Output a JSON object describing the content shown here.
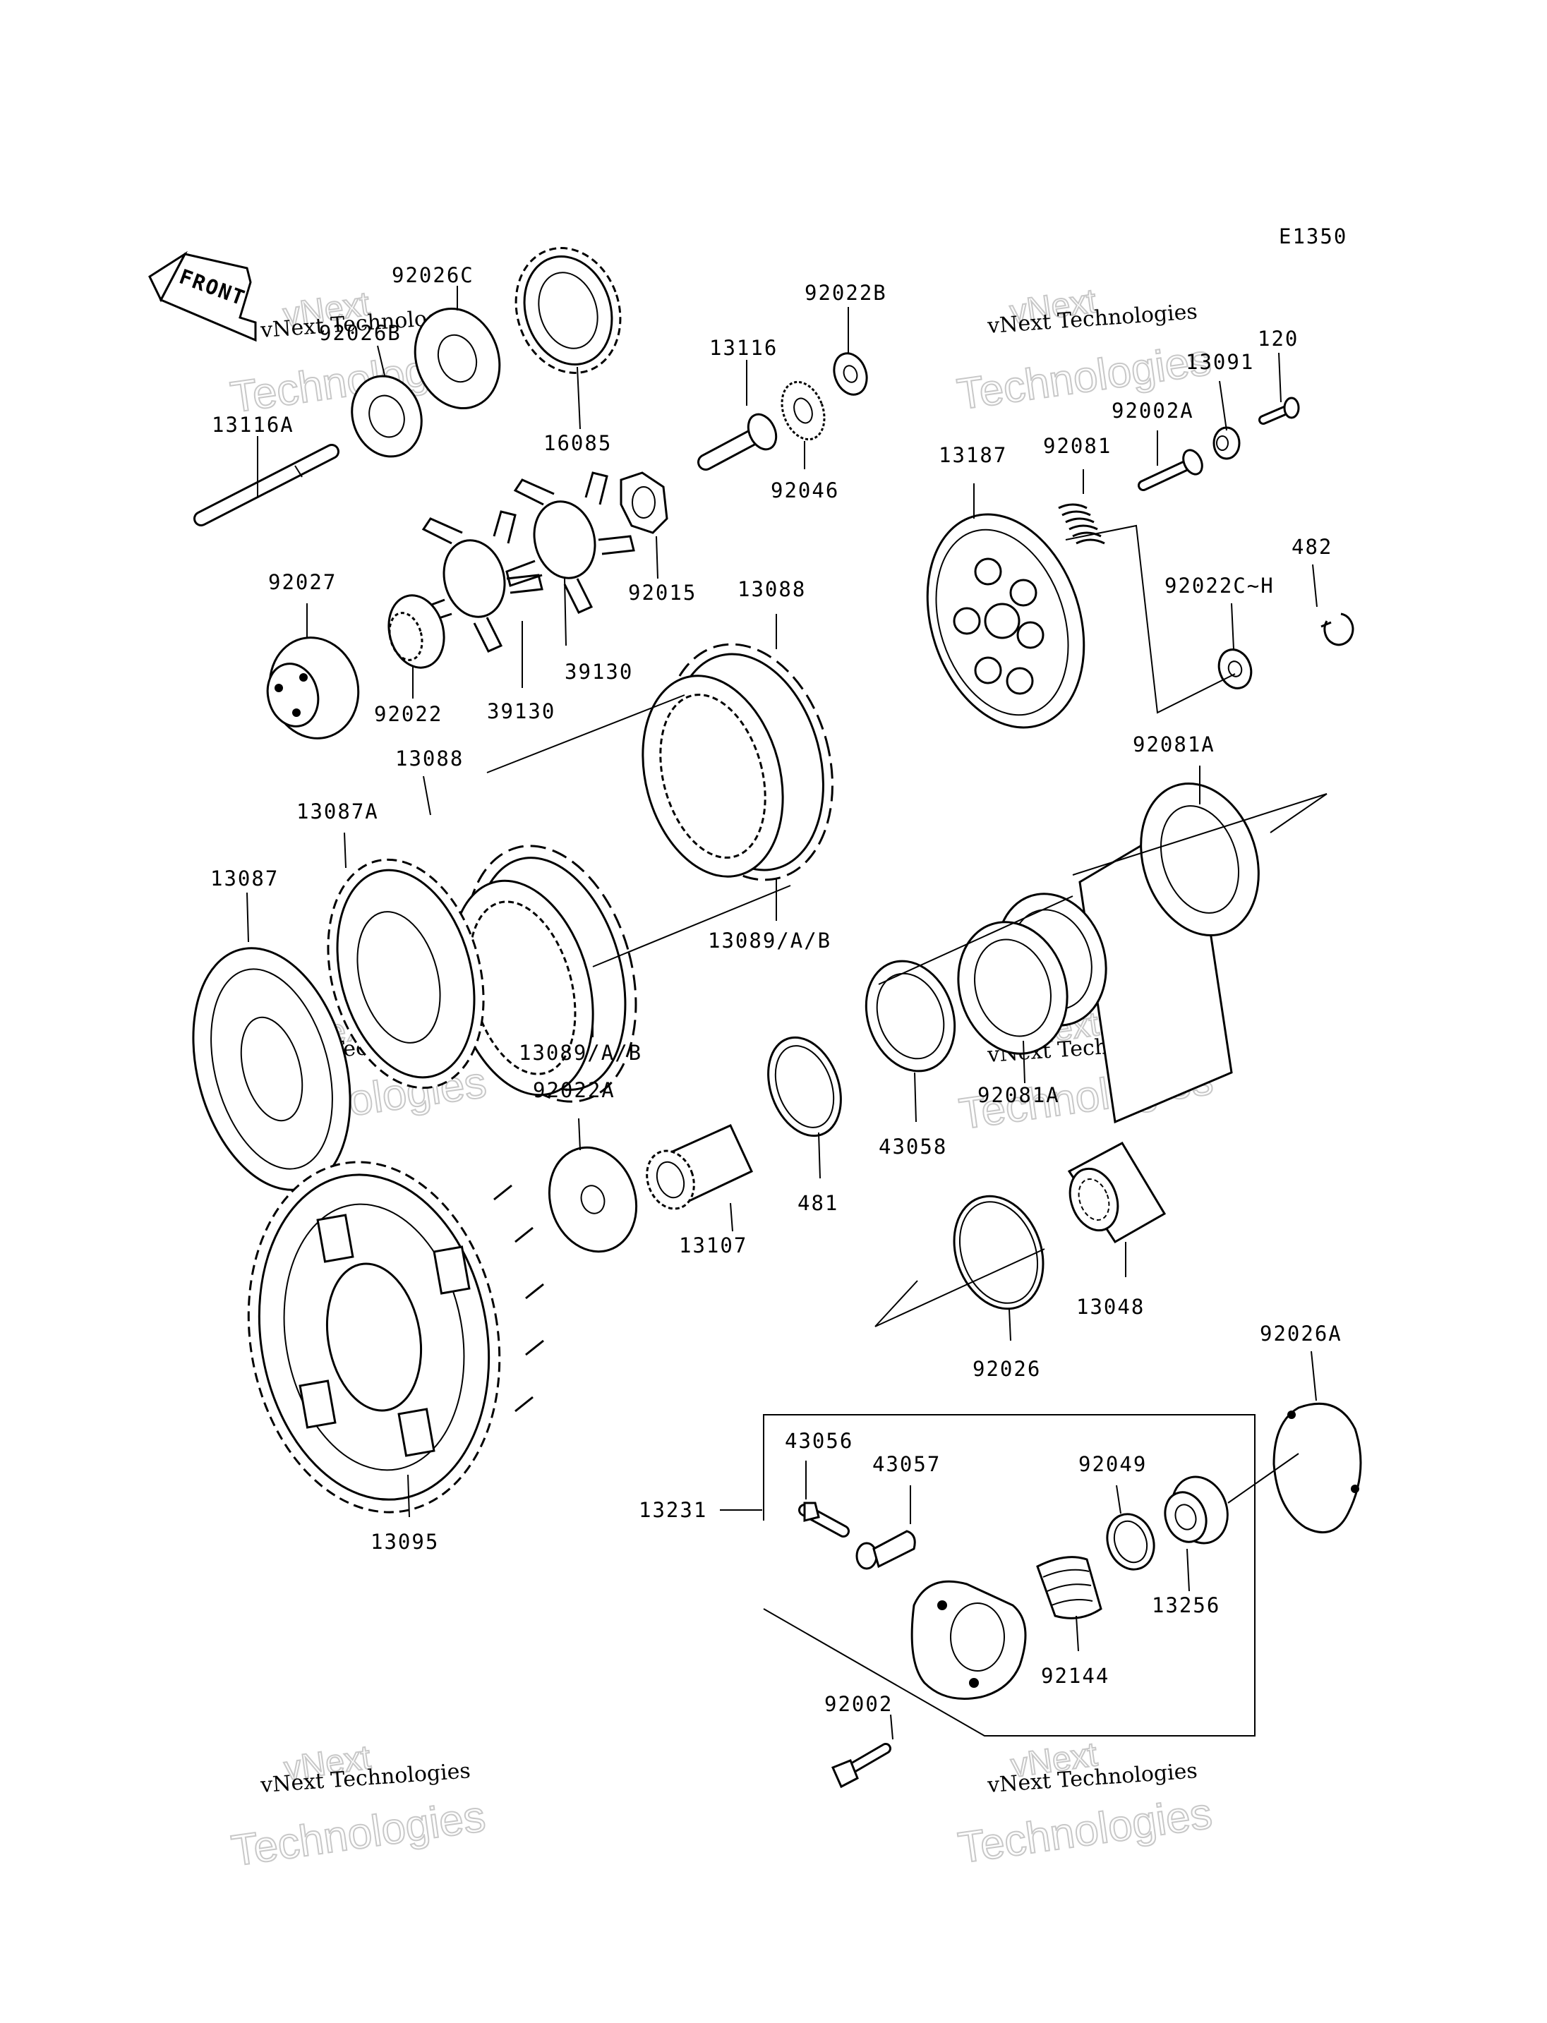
{
  "diagram_code": "E1350",
  "front_label": "FRONT",
  "watermark": {
    "line1": "vNext Technologies",
    "line2": "Technologies",
    "line3": "vNext"
  },
  "parts": {
    "p92026C": "92026C",
    "p92026B": "92026B",
    "p16085": "16085",
    "p13116A": "13116A",
    "p13116": "13116",
    "p92022B": "92022B",
    "p92046": "92046",
    "p92015": "92015",
    "p92027": "92027",
    "p92022": "92022",
    "p39130a": "39130",
    "p39130b": "39130",
    "p13088a": "13088",
    "p13088b": "13088",
    "p13087A": "13087A",
    "p13087": "13087",
    "p13089a": "13089/A/B",
    "p13089b": "13089/A/B",
    "p120": "120",
    "p13091": "13091",
    "p92002A": "92002A",
    "p13187": "13187",
    "p92081": "92081",
    "p482": "482",
    "p92022CH": "92022C~H",
    "p92081Aa": "92081A",
    "p92081Ab": "92081A",
    "p92022A": "92022A",
    "p13107": "13107",
    "p481": "481",
    "p43058": "43058",
    "p13048": "13048",
    "p92026": "92026",
    "p13095": "13095",
    "p92026A": "92026A",
    "p43056": "43056",
    "p43057": "43057",
    "p13231": "13231",
    "p92049": "92049",
    "p13256": "13256",
    "p92144": "92144",
    "p92002": "92002"
  }
}
